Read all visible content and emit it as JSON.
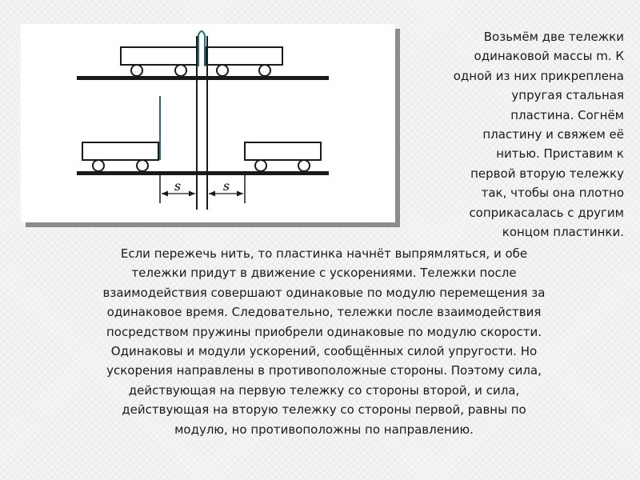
{
  "figure": {
    "dimension_left": "s",
    "dimension_right": "s"
  },
  "side_text": [
    "Возьмём две тележки",
    "одинаковой массы m. К",
    "одной из них прикреплена",
    "упругая стальная",
    "пластина. Согнём",
    "пластину и свяжем её",
    "нитью. Приставим к",
    "первой вторую тележку",
    "так, чтобы она плотно",
    "соприкасалась с другим",
    "концом пластинки."
  ],
  "main_text": [
    "Если пережечь нить, то пластинка начнёт выпрямляться, и обе",
    "тележки придут в движение с ускорениями. Тележки после",
    "взаимодействия совершают одинаковые по модулю перемещения за",
    "одинаковое время. Следовательно, тележки после взаимодействия",
    "посредством пружины приобрели одинаковые по модулю скорости.",
    "Одинаковы и модули ускорений, сообщённых силой упругости. Но",
    "ускорения направлены в противоположные стороны. Поэтому сила,",
    "действующая на первую тележку со стороны второй, и сила,",
    "действующая на вторую тележку со стороны первой, равны по",
    "модулю, но противоположны по направлению."
  ]
}
